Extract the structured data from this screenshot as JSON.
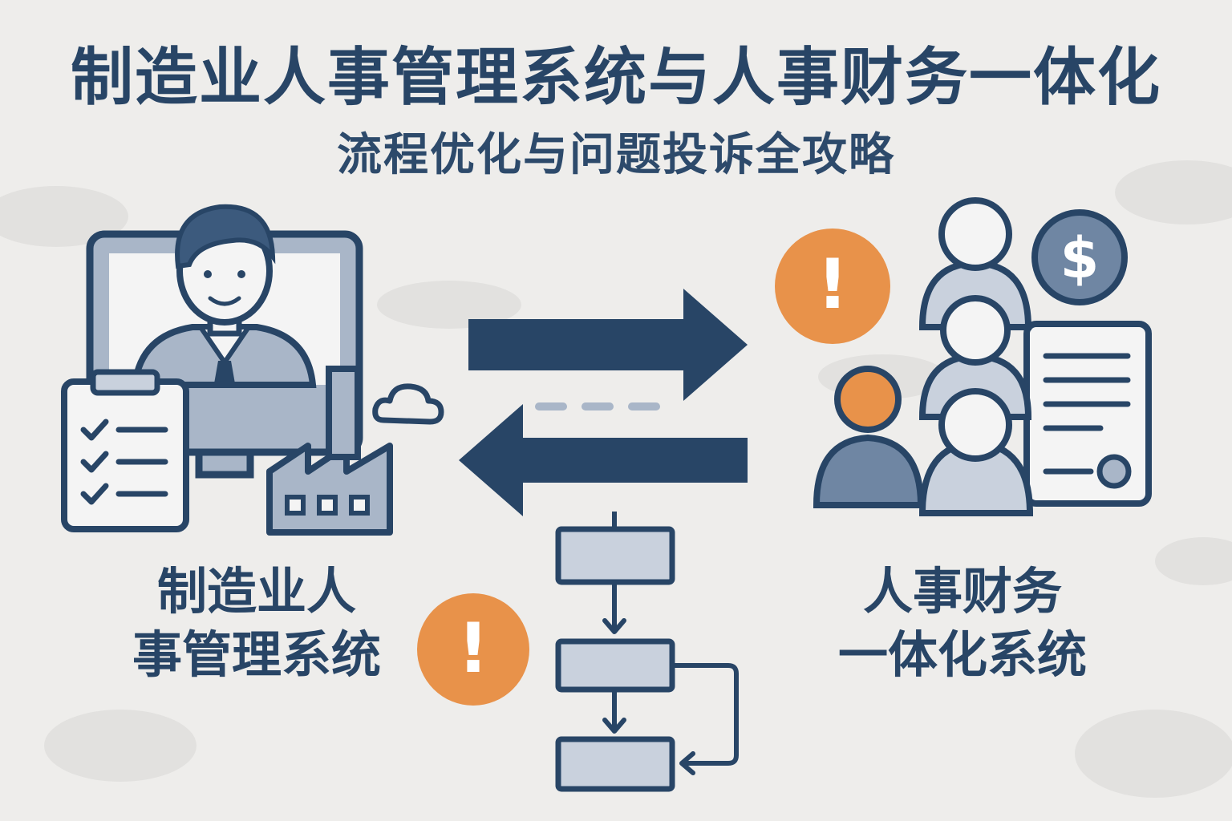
{
  "title": "制造业人事管理系统与人事财务一体化",
  "subtitle": "流程优化与问题投诉全攻略",
  "left_system": {
    "line1": "制造业人",
    "line2": "事管理系统"
  },
  "right_system": {
    "line1": "人事财务",
    "line2": "一体化系统"
  },
  "icons": {
    "dollar_symbol": "$",
    "alert_symbol": "!"
  },
  "colors": {
    "navy": "#284566",
    "orange": "#e8924a",
    "slate": "#6f86a3",
    "light": "#c9d1dd",
    "background": "#eeedeb"
  }
}
